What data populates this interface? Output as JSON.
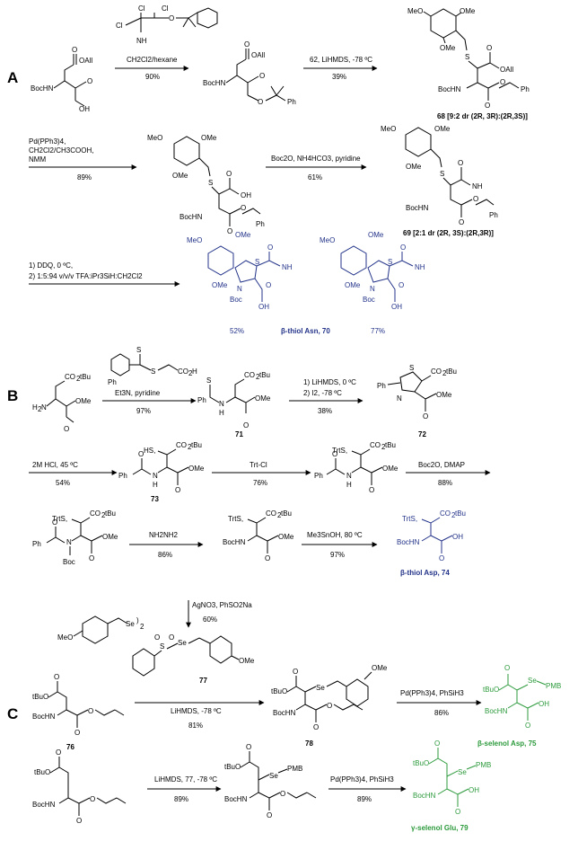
{
  "sections": [
    "A",
    "B",
    "C"
  ],
  "A": {
    "step1": {
      "reagent_a": "Cl",
      "reagent_b": "Cl",
      "reagent_c": "Cl",
      "reagent_nh": "NH",
      "conditions": "CH2Cl2/hexane",
      "yield": "90%"
    },
    "step2": {
      "conditions": "62, LiHMDS, -78 ºC",
      "yield": "39%"
    },
    "cmpd68": {
      "label": "68 [9:2 dr (2R, 3R):(2R,3S)]"
    },
    "step3": {
      "conditions": [
        "Pd(PPh3)4,",
        "CH2Cl2/CH3COOH,",
        "NMM"
      ],
      "yield": "89%"
    },
    "step4": {
      "conditions": "Boc2O, NH4HCO3, pyridine",
      "yield": "61%"
    },
    "cmpd69": {
      "label": "69 [2:1 dr (2R, 3S):(2R,3R)]"
    },
    "step5": {
      "conditions": [
        "1) DDQ, 0 ºC,",
        "2) 1:5:94 v/v/v TFA:iPr3SiH:CH2Cl2"
      ]
    },
    "products": {
      "yield_a": "52%",
      "label": "β-thiol Asn, 70",
      "yield_b": "77%"
    }
  },
  "B": {
    "step1": {
      "reagent": "Et3N, pyridine",
      "yield": "97%"
    },
    "cmpd71": "71",
    "step2": {
      "conditions": [
        "1) LiHMDS, 0 ºC",
        "2) I2, -78 ºC"
      ],
      "yield": "38%"
    },
    "cmpd72": "72",
    "step3": {
      "conditions": "2M HCl, 45 ºC",
      "yield": "54%"
    },
    "cmpd73": "73",
    "step4": {
      "conditions": "Trt-Cl",
      "yield": "76%"
    },
    "step5": {
      "conditions": "Boc2O, DMAP",
      "yield": "88%"
    },
    "step6": {
      "conditions": "NH2NH2",
      "yield": "86%"
    },
    "step7": {
      "conditions": "Me3SnOH, 80 ºC",
      "yield": "97%"
    },
    "product": "β-thiol Asp, 74"
  },
  "C": {
    "reagent_prep": {
      "conditions": "AgNO3, PhSO2Na",
      "yield": "60%"
    },
    "cmpd76": "76",
    "cmpd77": "77",
    "step1": {
      "conditions": "LiHMDS, -78 ºC",
      "yield": "81%"
    },
    "cmpd78": "78",
    "step2": {
      "conditions": "Pd(PPh3)4, PhSiH3",
      "yield": "86%"
    },
    "product75": "β-selenol Asp, 75",
    "step3": {
      "conditions": "LiHMDS, 77, -78 ºC",
      "yield": "89%"
    },
    "step4": {
      "conditions": "Pd(PPh3)4, PhSiH3",
      "yield": "89%"
    },
    "product79": "γ-selenol Glu, 79"
  },
  "colors": {
    "product_blue": "#233389",
    "product_green": "#2c9a3c"
  }
}
